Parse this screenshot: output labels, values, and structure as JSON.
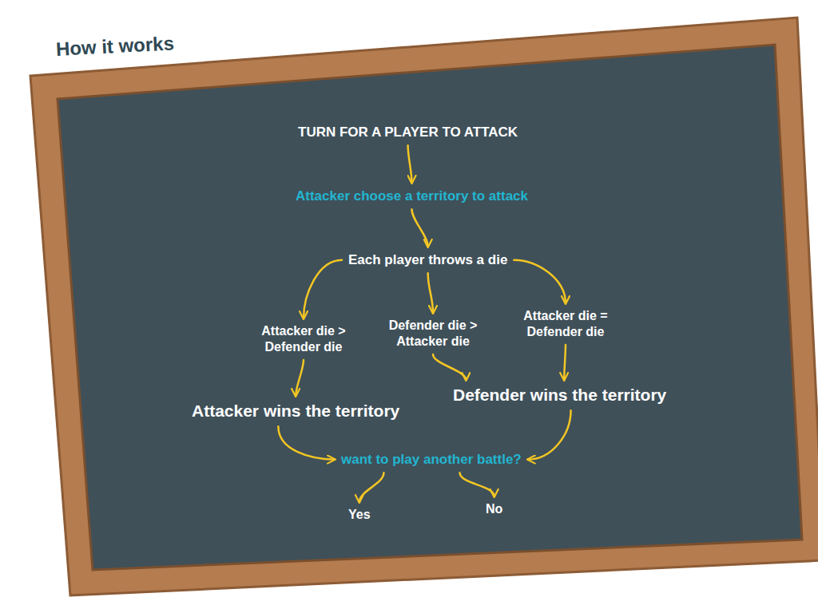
{
  "diagram": {
    "title": "How it works",
    "nodes": [
      {
        "text": [
          "TURN FOR A PLAYER TO ATTACK"
        ]
      },
      {
        "text": [
          "Attacker choose a territory to attack"
        ]
      },
      {
        "text": [
          "Each player throws a die"
        ]
      },
      {
        "text": [
          "Attacker die > Defender die"
        ]
      },
      {
        "text": [
          "Defender die > Attacker die"
        ]
      },
      {
        "text": [
          "Attacker die = Defender die"
        ]
      },
      {
        "text": [
          "Attacker wins the territory"
        ]
      },
      {
        "text": [
          "Defender wins the territory"
        ]
      },
      {
        "text": [
          "want to play another battle?"
        ]
      },
      {
        "text": [
          "Yes"
        ]
      },
      {
        "text": [
          "No"
        ]
      }
    ],
    "edges": [
      {
        "from": 0,
        "to": 1,
        "arrow": "to"
      },
      {
        "from": 1,
        "to": 2,
        "arrow": "to"
      },
      {
        "from": 2,
        "to": 3,
        "arrow": "to"
      },
      {
        "from": 2,
        "to": 4,
        "arrow": "to"
      },
      {
        "from": 2,
        "to": 5,
        "arrow": "to"
      },
      {
        "from": 3,
        "to": 6,
        "arrow": "to"
      },
      {
        "from": 4,
        "to": 7,
        "arrow": "to"
      },
      {
        "from": 5,
        "to": 7,
        "arrow": "to"
      },
      {
        "from": 6,
        "to": 8,
        "arrow": "to"
      },
      {
        "from": 7,
        "to": 8,
        "arrow": "to"
      },
      {
        "from": 8,
        "to": 9,
        "arrow": "to"
      },
      {
        "from": 8,
        "to": 10,
        "arrow": "to"
      }
    ]
  }
}
